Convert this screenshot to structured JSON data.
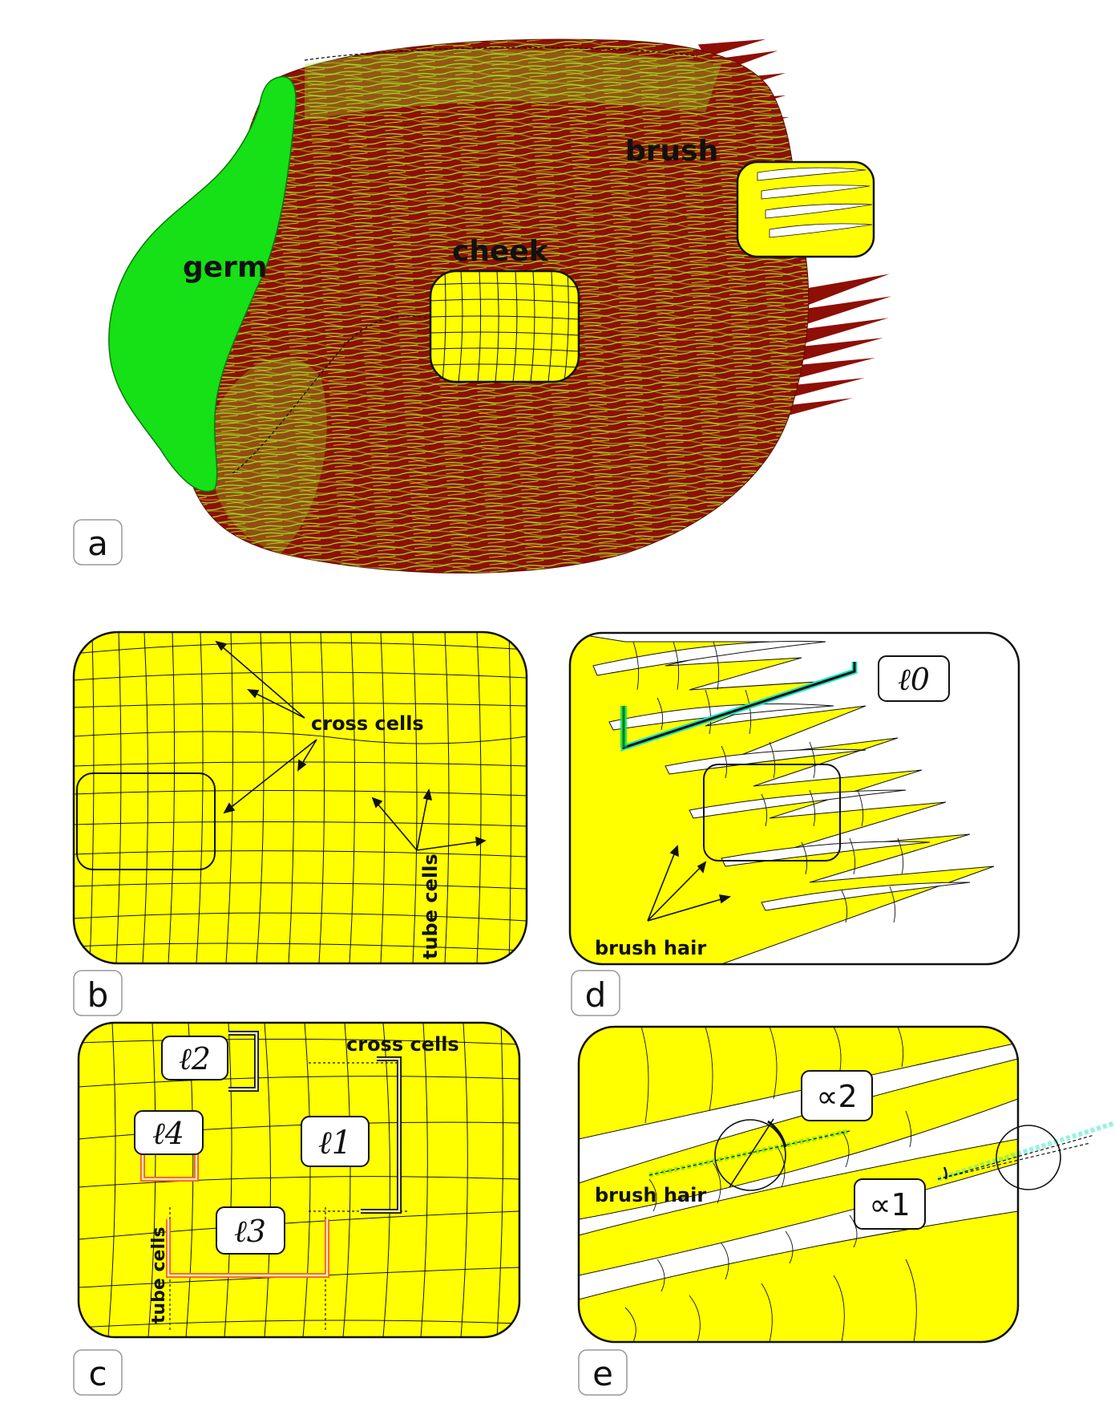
{
  "panels": {
    "a": {
      "letter": "a",
      "labels": {
        "germ": "germ",
        "cheek": "cheek",
        "brush": "brush"
      }
    },
    "b": {
      "letter": "b",
      "labels": {
        "cross_cells": "cross cells",
        "tube_cells": "tube cells"
      }
    },
    "c": {
      "letter": "c",
      "labels": {
        "cross_cells": "cross cells",
        "tube_cells": "tube cells",
        "l1": "ℓ1",
        "l2": "ℓ2",
        "l3": "ℓ3",
        "l4": "ℓ4"
      }
    },
    "d": {
      "letter": "d",
      "labels": {
        "brush_hair": "brush hair",
        "l0": "ℓ0"
      }
    },
    "e": {
      "letter": "e",
      "labels": {
        "brush_hair": "brush hair",
        "alpha1": "∝1",
        "alpha2": "∝2"
      }
    }
  },
  "colors": {
    "bran_red": "#8e0f06",
    "germ_green": "#16e016",
    "cell_yellow": "#ffff00",
    "fiber_green": "#a8e82a",
    "outline": "#000000",
    "measure_teal": "#17e6c2",
    "measure_orange": "#ff5a1e"
  }
}
